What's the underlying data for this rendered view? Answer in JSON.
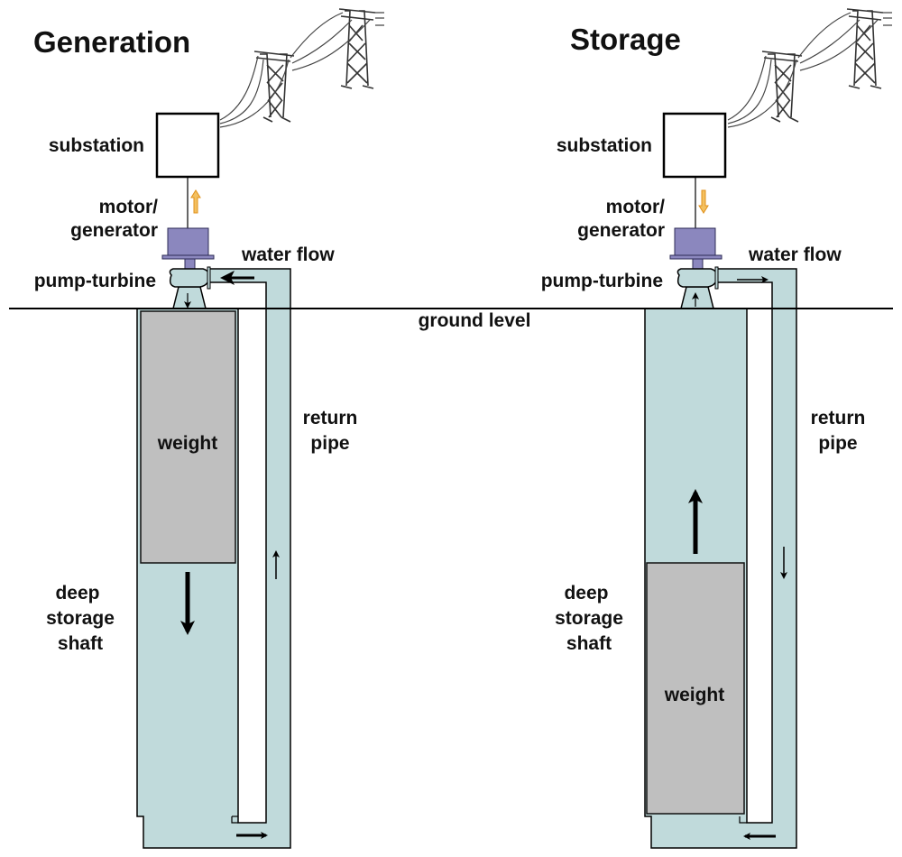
{
  "diagram": {
    "ground_label": "ground level",
    "colors": {
      "water": "#c0dadb",
      "weight": "#bfbfbf",
      "motor": "#8b87be",
      "power_arrow": "#f0a020",
      "outline": "#000000"
    },
    "panels": [
      {
        "id": "generation",
        "title": "Generation",
        "substation_label": "substation",
        "motor_label_line1": "motor/",
        "motor_label_line2": "generator",
        "pump_label": "pump-turbine",
        "water_flow_label": "water flow",
        "return_pipe_line1": "return",
        "return_pipe_line2": "pipe",
        "weight_label": "weight",
        "shaft_label_line1": "deep",
        "shaft_label_line2": "storage",
        "shaft_label_line3": "shaft",
        "power_flow": "up",
        "weight_motion": "down",
        "pipe_flow": "up",
        "top_flow": "left",
        "bottom_flow": "right",
        "weight_position": "top"
      },
      {
        "id": "storage",
        "title": "Storage",
        "substation_label": "substation",
        "motor_label_line1": "motor/",
        "motor_label_line2": "generator",
        "pump_label": "pump-turbine",
        "water_flow_label": "water flow",
        "return_pipe_line1": "return",
        "return_pipe_line2": "pipe",
        "weight_label": "weight",
        "shaft_label_line1": "deep",
        "shaft_label_line2": "storage",
        "shaft_label_line3": "shaft",
        "power_flow": "down",
        "weight_motion": "up",
        "pipe_flow": "down",
        "top_flow": "right",
        "bottom_flow": "left",
        "weight_position": "bottom"
      }
    ]
  }
}
